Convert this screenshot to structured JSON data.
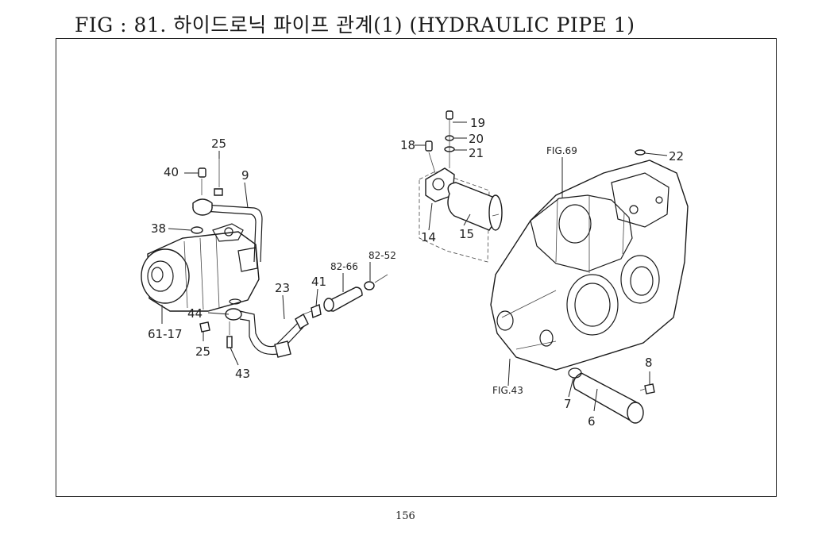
{
  "title": "FIG : 81. 하이드로닉 파이프 관계(1) (HYDRAULIC PIPE 1)",
  "page_number": "156",
  "callouts": {
    "c25a": "25",
    "c9": "9",
    "c40": "40",
    "c38": "38",
    "c61_17": "61-17",
    "c44": "44",
    "c25b": "25",
    "c43": "43",
    "c23": "23",
    "c41": "41",
    "c82_66": "82-66",
    "c82_52": "82-52",
    "c18": "18",
    "c19": "19",
    "c20": "20",
    "c21": "21",
    "c14": "14",
    "c15": "15",
    "fig69": "FIG.69",
    "c22": "22",
    "fig43": "FIG.43",
    "c8": "8",
    "c7": "7",
    "c6": "6"
  }
}
